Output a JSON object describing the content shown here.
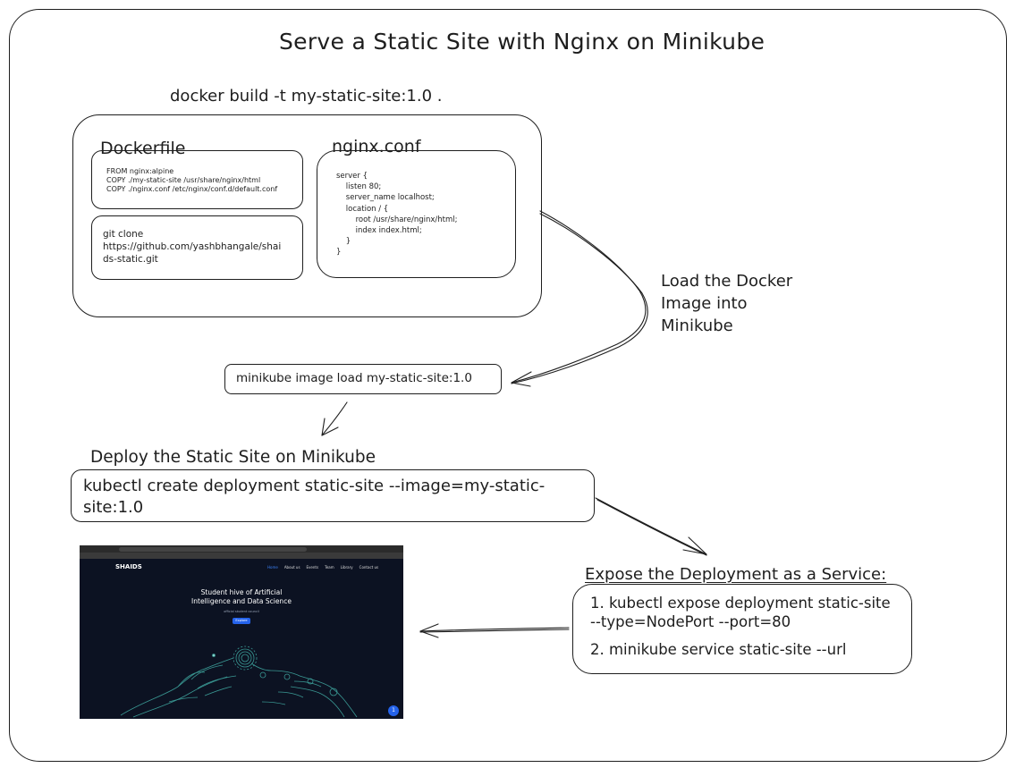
{
  "title": "Serve a Static Site with Nginx on Minikube",
  "build": {
    "command": "docker build -t my-static-site:1.0 ."
  },
  "dockerfile": {
    "heading": "Dockerfile",
    "lines": [
      "FROM nginx:alpine",
      "COPY ./my-static-site /usr/share/nginx/html",
      "COPY ./nginx.conf /etc/nginx/conf.d/default.conf"
    ]
  },
  "gitclone": {
    "lines": [
      "git clone",
      "https://github.com/yashbhangale/shai",
      "ds-static.git"
    ]
  },
  "nginxconf": {
    "heading": "nginx.conf",
    "lines": [
      "server {",
      "    listen 80;",
      "    server_name localhost;",
      "",
      "    location / {",
      "        root /usr/share/nginx/html;",
      "        index index.html;",
      "    }",
      "}"
    ]
  },
  "load": {
    "label_lines": [
      "Load the Docker",
      "Image into",
      "Minikube"
    ],
    "command": "minikube image load my-static-site:1.0"
  },
  "deploy": {
    "heading": "Deploy the Static Site on Minikube",
    "command_lines": [
      "kubectl create deployment static-site --image=my-static-",
      "site:1.0"
    ]
  },
  "expose": {
    "heading": "Expose the Deployment as a Service:",
    "step1_lines": [
      "1. kubectl expose deployment static-site",
      "--type=NodePort --port=80"
    ],
    "step2": "2. minikube service static-site --url"
  },
  "screenshot": {
    "brand": "SHAIDS",
    "nav": [
      "Home",
      "About us",
      "Events",
      "Team",
      "Library",
      "Contact us"
    ],
    "hero_lines": [
      "Student hive of Artificial",
      "Intelligence and Data Science"
    ],
    "subtitle": "official student council",
    "cta": "Explore",
    "badge": "1"
  },
  "colors": {
    "ink": "#1e1e1e",
    "screenshot_bg": "#0c1222",
    "accent_blue": "#2563eb",
    "hand_line": "#3fa7a0"
  }
}
